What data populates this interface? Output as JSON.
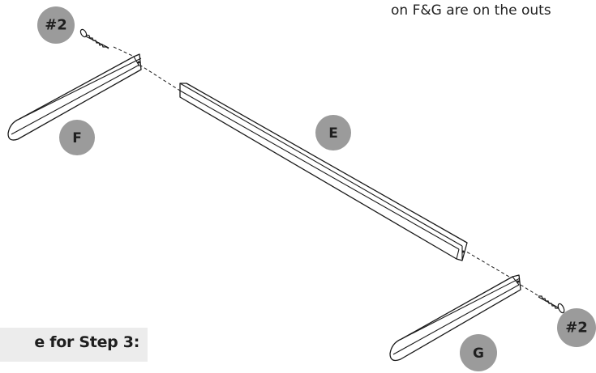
{
  "instructions": {
    "top_note": "on F&G are on the outs",
    "step_heading": "e for Step 3:"
  },
  "parts": {
    "rail_e": "E",
    "end_f": "F",
    "end_g": "G"
  },
  "hardware": {
    "screw_top": "#2",
    "screw_bottom": "#2"
  },
  "colors": {
    "label_circle": "#9b9b9b",
    "line": "#1a1a1a",
    "step_box": "#ececec"
  }
}
